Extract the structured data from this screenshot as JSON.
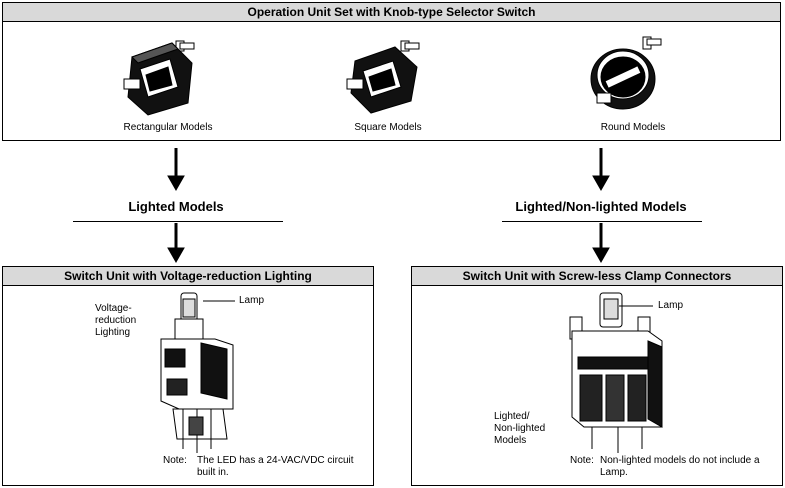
{
  "top_box": {
    "title": "Operation Unit Set with Knob-type Selector Switch",
    "models": [
      {
        "label": "Rectangular Models",
        "icon": "rectangular-selector-switch-icon"
      },
      {
        "label": "Square Models",
        "icon": "square-selector-switch-icon"
      },
      {
        "label": "Round Models",
        "icon": "round-selector-switch-icon"
      }
    ]
  },
  "branches": [
    {
      "heading": "Lighted Models"
    },
    {
      "heading": "Lighted/Non-lighted Models"
    }
  ],
  "left_box": {
    "title": "Switch Unit with Voltage-reduction Lighting",
    "callout_lamp": "Lamp",
    "callout_lighting": [
      "Voltage-",
      "reduction",
      "Lighting"
    ],
    "note_label": "Note:",
    "note_text": [
      "The LED has a 24-VAC/VDC circuit",
      "built in."
    ]
  },
  "right_box": {
    "title": "Switch Unit with Screw-less Clamp Connectors",
    "callout_lamp": "Lamp",
    "callout_models": [
      "Lighted/",
      "Non-lighted",
      "Models"
    ],
    "note_label": "Note:",
    "note_text": [
      "Non-lighted models do not include a",
      "Lamp."
    ]
  },
  "colors": {
    "header_bg": "#d9d9d9",
    "line": "#000000"
  }
}
